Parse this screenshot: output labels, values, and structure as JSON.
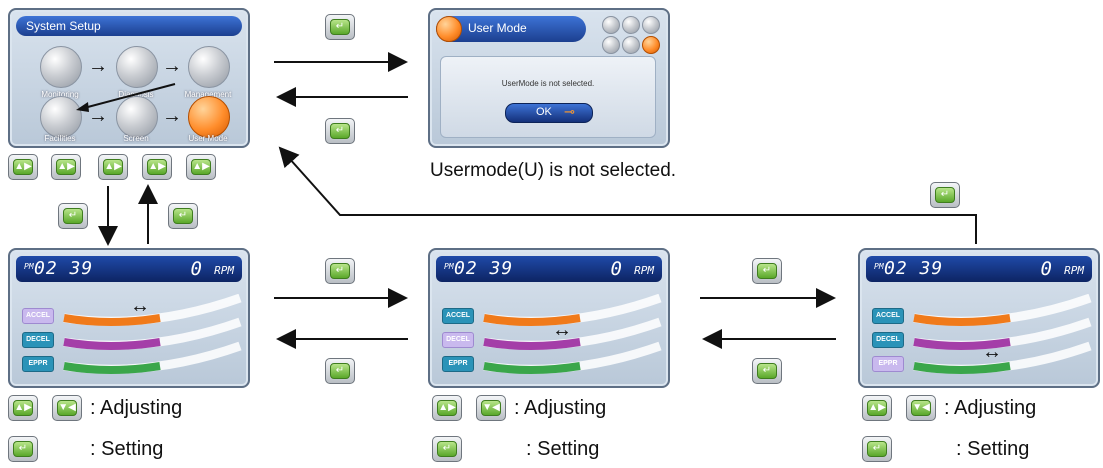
{
  "system_setup": {
    "title": "System Setup",
    "items": [
      {
        "label": "Monitoring"
      },
      {
        "label": "Diagnosis"
      },
      {
        "label": "Management"
      },
      {
        "label": "Facilities"
      },
      {
        "label": "Screen"
      },
      {
        "label": "User Mode"
      }
    ]
  },
  "user_mode_dialog": {
    "title": "User Mode",
    "message": "UserMode is not selected.",
    "ok_label": "OK"
  },
  "usermode_caption": "Usermode(U) is not selected.",
  "speed_panel": {
    "pm_label": "PM",
    "time": "02 39",
    "rpm_value": "0",
    "rpm_unit": "RPM",
    "bars": [
      {
        "label": "ACCEL",
        "color": "#f07a1a"
      },
      {
        "label": "DECEL",
        "color": "#a43ea8"
      },
      {
        "label": "EPPR",
        "color": "#3aa64a"
      }
    ]
  },
  "legend": {
    "adjusting": ": Adjusting",
    "setting": ": Setting"
  },
  "icons": {
    "enter": "enter-key-icon",
    "updown": "up-down-key-icon",
    "down": "down-key-icon"
  }
}
